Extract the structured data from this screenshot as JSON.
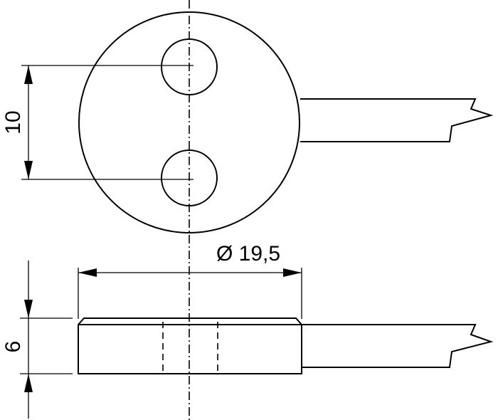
{
  "dimensions": {
    "hole_spacing": "10",
    "diameter": "Ø 19,5",
    "thickness": "6"
  }
}
